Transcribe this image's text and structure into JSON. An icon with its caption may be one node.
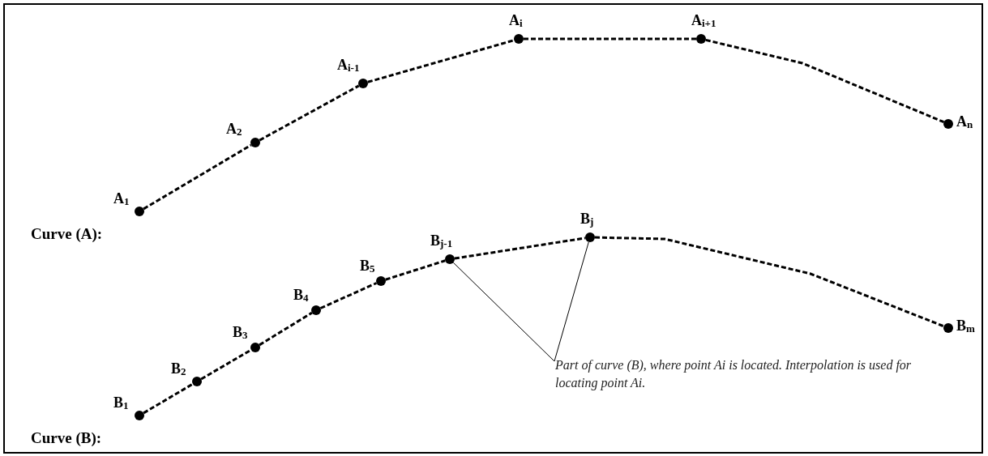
{
  "diagram": {
    "nodes": [
      {
        "text": [
          "A$_{1}$"
        ]
      },
      {
        "text": [
          "A$_{2}$"
        ]
      },
      {
        "text": [
          "A$_{i-1}$"
        ]
      },
      {
        "text": [
          "A$_{i}$"
        ]
      },
      {
        "text": [
          "A$_{i+1}$"
        ]
      },
      {
        "text": [
          "A$_{n}$"
        ]
      },
      {
        "text": [
          "B$_{1}$"
        ]
      },
      {
        "text": [
          "B$_{2}$"
        ]
      },
      {
        "text": [
          "B$_{3}$"
        ]
      },
      {
        "text": [
          "B$_{4}$"
        ]
      },
      {
        "text": [
          "B$_{5}$"
        ]
      },
      {
        "text": [
          "B$_{j-1}$"
        ]
      },
      {
        "text": [
          "B$_{j}$"
        ]
      },
      {
        "text": [
          "B$_{m}$"
        ]
      },
      {
        "text": [
          "Part of curve (B), where point Ai is located. Interpolation is used for locating point Ai."
        ]
      }
    ],
    "edges": [
      {
        "from": 0,
        "to": 1,
        "arrow": "none",
        "style": "dashed"
      },
      {
        "from": 1,
        "to": 2,
        "arrow": "none",
        "style": "dashed"
      },
      {
        "from": 2,
        "to": 3,
        "arrow": "none",
        "style": "dashed"
      },
      {
        "from": 3,
        "to": 4,
        "arrow": "none",
        "style": "dashed"
      },
      {
        "from": 4,
        "to": 5,
        "arrow": "none",
        "style": "dashed"
      },
      {
        "from": 6,
        "to": 7,
        "arrow": "none",
        "style": "dashed"
      },
      {
        "from": 7,
        "to": 8,
        "arrow": "none",
        "style": "dashed"
      },
      {
        "from": 8,
        "to": 9,
        "arrow": "none",
        "style": "dashed"
      },
      {
        "from": 9,
        "to": 10,
        "arrow": "none",
        "style": "dashed"
      },
      {
        "from": 10,
        "to": 11,
        "arrow": "none",
        "style": "dashed"
      },
      {
        "from": 11,
        "to": 12,
        "arrow": "none",
        "style": "dashed"
      },
      {
        "from": 12,
        "to": 13,
        "arrow": "none",
        "style": "dashed"
      },
      {
        "from": 14,
        "to": 11,
        "arrow": "none"
      },
      {
        "from": 14,
        "to": 12,
        "arrow": "none"
      }
    ],
    "labels": [
      "Curve (A):",
      "Curve (B):"
    ]
  }
}
